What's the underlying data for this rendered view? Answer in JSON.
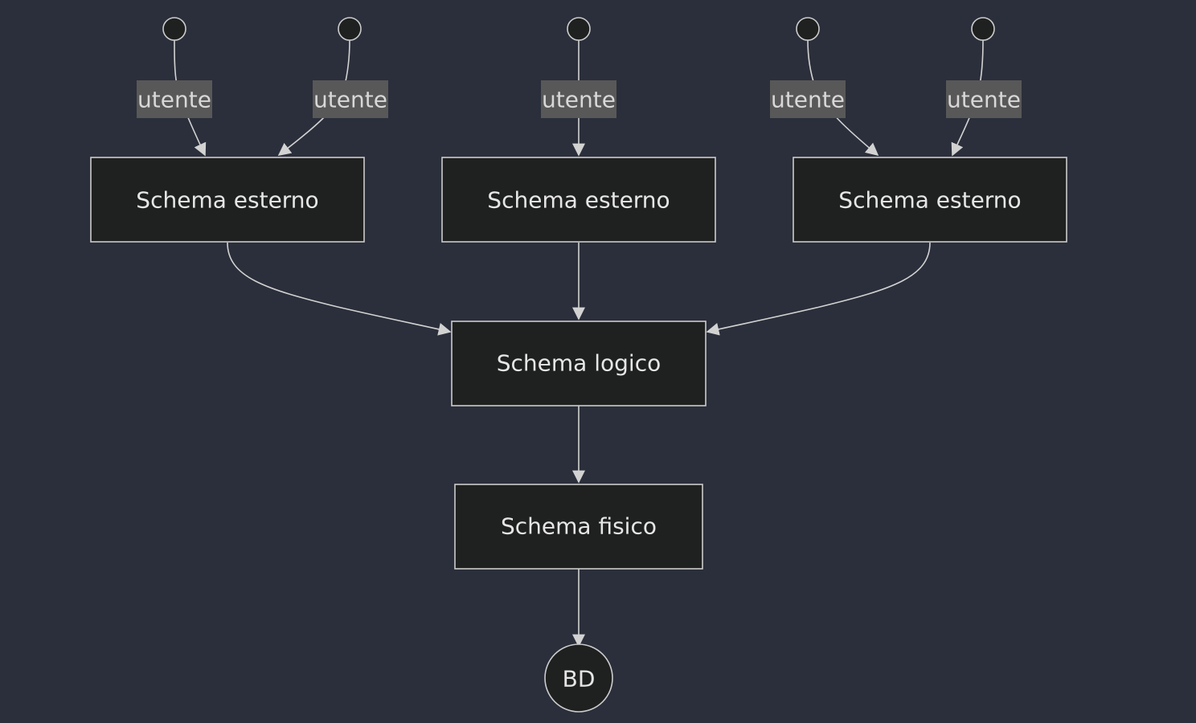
{
  "diagram": {
    "users": [
      {
        "label": "utente"
      },
      {
        "label": "utente"
      },
      {
        "label": "utente"
      },
      {
        "label": "utente"
      },
      {
        "label": "utente"
      }
    ],
    "external_schemas": [
      {
        "label": "Schema esterno"
      },
      {
        "label": "Schema esterno"
      },
      {
        "label": "Schema esterno"
      }
    ],
    "logical_schema": {
      "label": "Schema logico"
    },
    "physical_schema": {
      "label": "Schema fisico"
    },
    "database": {
      "label": "BD"
    }
  },
  "colors": {
    "background": "#2b2f3b",
    "node_fill": "#1f2020",
    "node_stroke": "#cccccc",
    "edge": "#d2d2d2",
    "edge_label_bg": "#585858",
    "text": "#e6e6e6"
  }
}
